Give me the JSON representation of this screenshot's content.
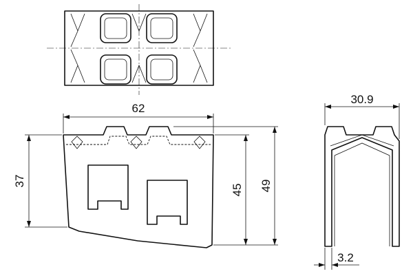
{
  "dimensions": {
    "width_front": "62",
    "height_left": "37",
    "height_mid": "45",
    "height_right": "49",
    "width_side": "30.9",
    "thickness": "3.2"
  }
}
